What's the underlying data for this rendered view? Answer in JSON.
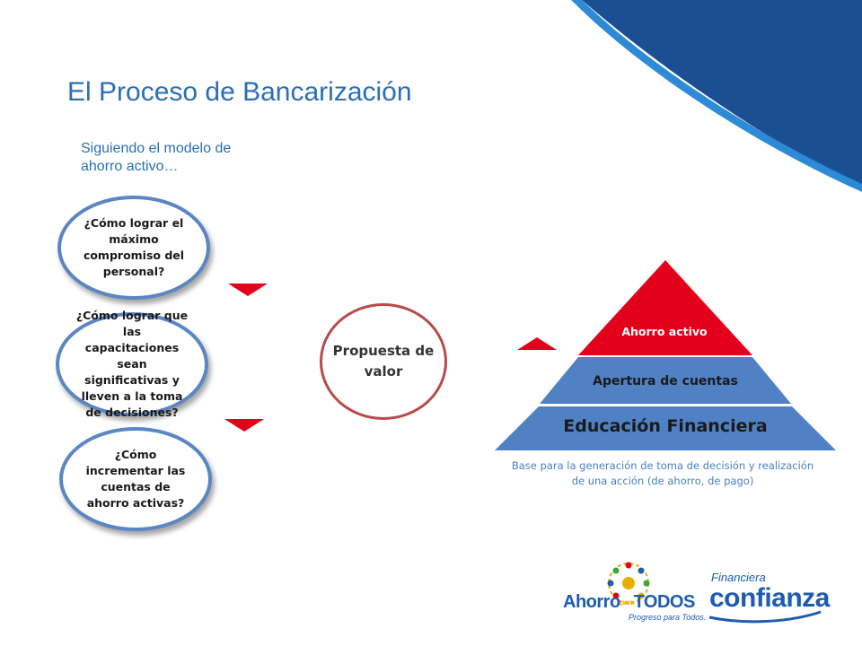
{
  "slide": {
    "title": "El Proceso de Bancarización",
    "subtitle": "Siguiendo el modelo de ahorro activo…"
  },
  "questions": [
    {
      "text": "¿Cómo lograr el máximo compromiso del personal?"
    },
    {
      "text": "¿Cómo lograr que las capacitaciones sean significativas y lleven a la toma de decisiones?"
    },
    {
      "text": "¿Cómo incrementar las cuentas de ahorro activas?"
    }
  ],
  "value_proposition": {
    "label": "Propuesta de valor"
  },
  "pyramid": {
    "top": "Ahorro activo",
    "middle": "Apertura de cuentas",
    "bottom": "Educación Financiera",
    "caption": "Base para la generación de toma de decisión y realización de una acción (de ahorro, de pago)"
  },
  "logos": {
    "ahorro_main": "Ahorro",
    "ahorro_small": "para",
    "ahorro_todos": "TODOS",
    "ahorro_tagline": "Progreso para Todos.",
    "financiera_top": "Financiera",
    "financiera_main": "confianza"
  },
  "colors": {
    "title_blue": "#2a6fb5",
    "bubble_border": "#5b86c4",
    "value_border": "#b84a4a",
    "arrow_red": "#e3001b",
    "pyramid_top": "#e3001b",
    "pyramid_middle": "#4f81c4",
    "pyramid_bottom": "#4f81c4",
    "corner_dark": "#1a4f94",
    "corner_light": "#2d8ad6"
  },
  "icons": {
    "down_arrow": "triangle-down-icon",
    "up_arrow": "triangle-up-icon",
    "people_circle": "people-circle-icon"
  }
}
